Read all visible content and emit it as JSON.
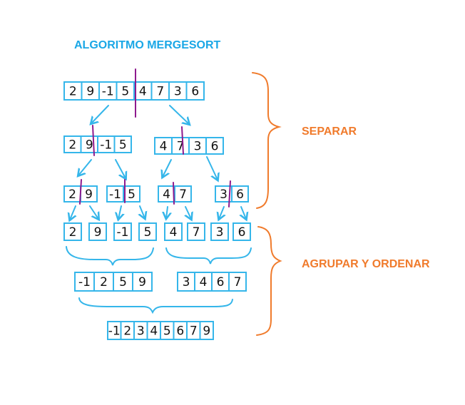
{
  "title": "ALGORITMO MERGESORT",
  "labels": {
    "separate": "SEPARAR",
    "merge": "AGRUPAR Y ORDENAR"
  },
  "rows": {
    "initial": [
      "2",
      "9",
      "-1",
      "5",
      "4",
      "7",
      "3",
      "6"
    ],
    "halves": [
      [
        "2",
        "9",
        "-1",
        "5"
      ],
      [
        "4",
        "7",
        "3",
        "6"
      ]
    ],
    "quarters": [
      [
        "2",
        "9"
      ],
      [
        "-1",
        "5"
      ],
      [
        "4",
        "7"
      ],
      [
        "3",
        "6"
      ]
    ],
    "singles": [
      "2",
      "9",
      "-1",
      "5",
      "4",
      "7",
      "3",
      "6"
    ],
    "merged_halves": [
      [
        "-1",
        "2",
        "5",
        "9"
      ],
      [
        "3",
        "4",
        "6",
        "7"
      ]
    ],
    "sorted": [
      "-1",
      "2",
      "3",
      "4",
      "5",
      "6",
      "7",
      "9"
    ]
  },
  "colors": {
    "title": "#1aa7e6",
    "cell_border": "#35b6ea",
    "split_marker": "#8e1a8e",
    "label": "#f07b2c"
  }
}
